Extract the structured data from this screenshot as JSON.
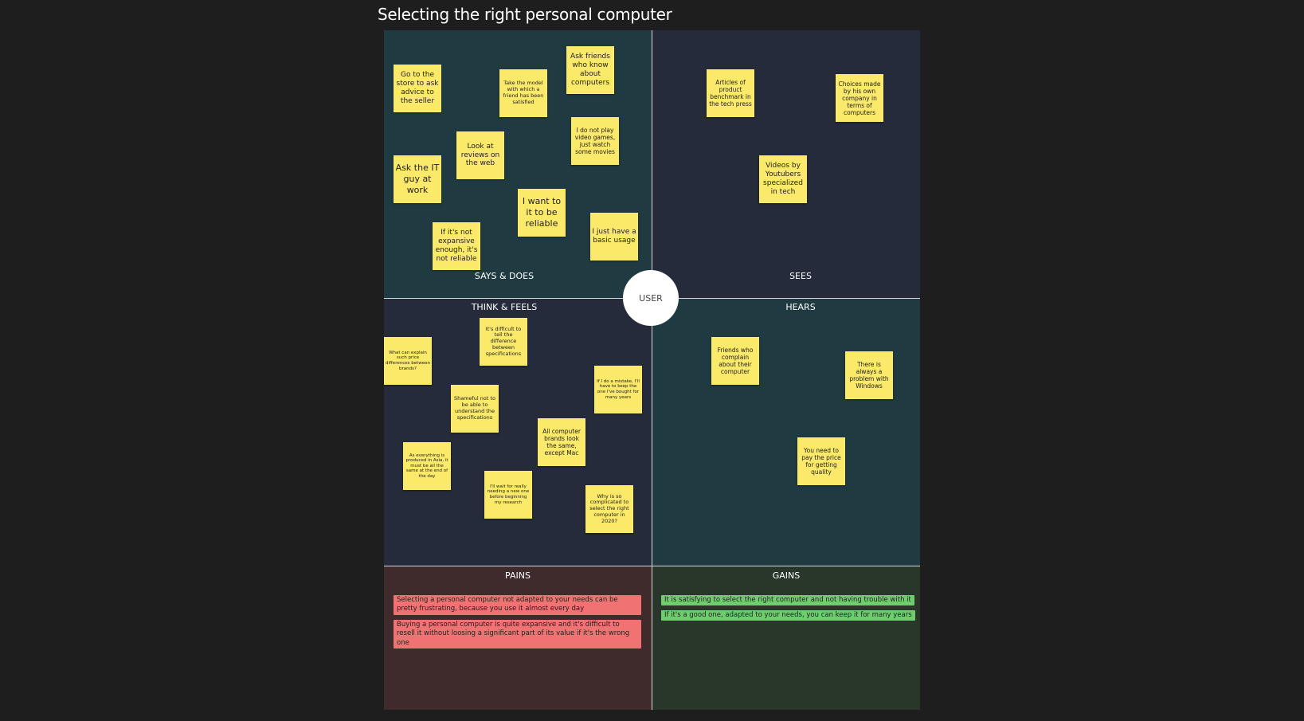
{
  "title": "Selecting the right personal computer",
  "center_label": "USER",
  "quadrants": {
    "says_does": "SAYS & DOES",
    "sees": "SEES",
    "think_feels": "THINK & FEELS",
    "hears": "HEARS",
    "pains": "PAINS",
    "gains": "GAINS"
  },
  "says_does": [
    "Go to the store to ask advice to the seller",
    "Take the model with which a friend has been satisfied",
    "Ask friends who know about computers",
    "I do not play video games, just watch some movies",
    "Look at reviews on the web",
    "Ask the IT guy at work",
    "I want to it to be reliable",
    "I just have a basic usage",
    "If it's not expansive enough, it's not reliable"
  ],
  "sees": [
    "Articles of product benchmark in the tech press",
    "Choices made by his own company in terms of computers",
    "Videos by Youtubers specialized in tech"
  ],
  "think_feels": [
    "It's difficult to tell the difference between specifications",
    "What can explain such price differences between brands?",
    "If I do a mistake, I'll have to keep the one I've bought for many years",
    "Shameful not to be able to understand the specifications",
    "All computer brands look the same, except Mac",
    "As everything is produced in Asia, it must be all the same at the end of the day",
    "I'll wait for really needing a new one before beginning my research",
    "Why is so complicated to select the right computer in 2020?"
  ],
  "hears": [
    "Friends who complain about their computer",
    "There is always a problem with Windows",
    "You need to pay the price for getting quality"
  ],
  "pains": [
    "Selecting a personal computer not adapted to your needs can be pretty frustrating, because you use it almost every day",
    "Buying a personal computer is quite expansive and it's difficult to resell it without loosing a significant part of its value if it's the wrong one"
  ],
  "gains": [
    "It is satisfying to select the right computer and not having trouble with it",
    "If it's a good one, adapted to your needs, you can keep it for many years"
  ],
  "colors": {
    "background": "#1e1e1e",
    "quadrant_teal": "#1f3b41",
    "quadrant_navy": "#252b3b",
    "pains_bg": "#3f2b2b",
    "gains_bg": "#29372b",
    "sticky": "#fbe96a",
    "pain_note": "#f07272",
    "gain_note": "#6ece6c"
  }
}
